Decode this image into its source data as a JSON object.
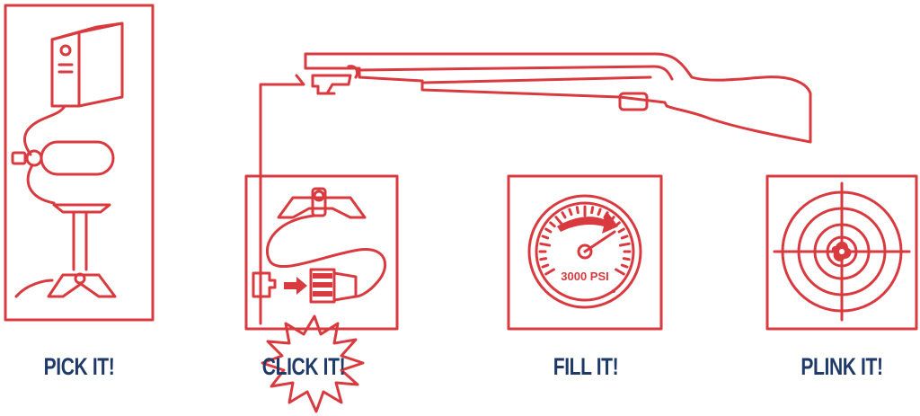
{
  "colors": {
    "line": "#d93a3f",
    "label": "#1f3a68"
  },
  "steps": [
    {
      "label": "PICK IT!"
    },
    {
      "label": "CLICK IT!"
    },
    {
      "label": "FILL IT!"
    },
    {
      "label": "PLINK IT!"
    }
  ],
  "gauge": {
    "reading": "3000 PSI"
  }
}
